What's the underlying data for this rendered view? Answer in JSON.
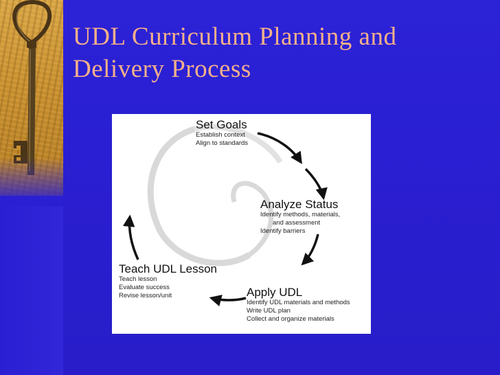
{
  "slide": {
    "title_line1": "UDL Curriculum Planning and",
    "title_line2": "Delivery Process",
    "colors": {
      "background": "#2a1fd0",
      "title": "#f6b08a"
    },
    "decoration": "antique-key-icon"
  },
  "diagram": {
    "stages": [
      {
        "name": "Set Goals",
        "items": [
          "Establish context",
          "Align to standards"
        ]
      },
      {
        "name": "Analyze Status",
        "items": [
          "Identify methods, materials,",
          "and  assessment",
          "Identify barriers"
        ]
      },
      {
        "name": "Apply UDL",
        "items": [
          "Identify UDL materials and methods",
          "Write UDL plan",
          "Collect and organize materials"
        ]
      },
      {
        "name": "Teach UDL Lesson",
        "items": [
          "Teach lesson",
          "Evaluate success",
          "Revise lesson/unit"
        ]
      }
    ]
  }
}
